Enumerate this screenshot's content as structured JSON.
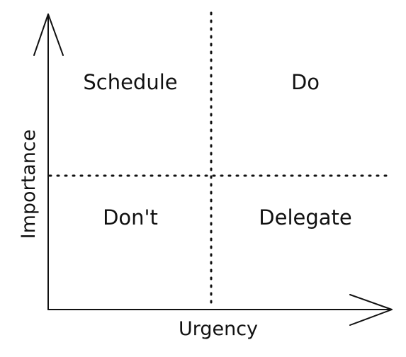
{
  "axes": {
    "x_label": "Urgency",
    "y_label": "Importance"
  },
  "quadrants": {
    "top_left": "Schedule",
    "top_right": "Do",
    "bottom_left": "Don't",
    "bottom_right": "Delegate"
  },
  "colors": {
    "ink": "#111111",
    "background": "#ffffff"
  }
}
